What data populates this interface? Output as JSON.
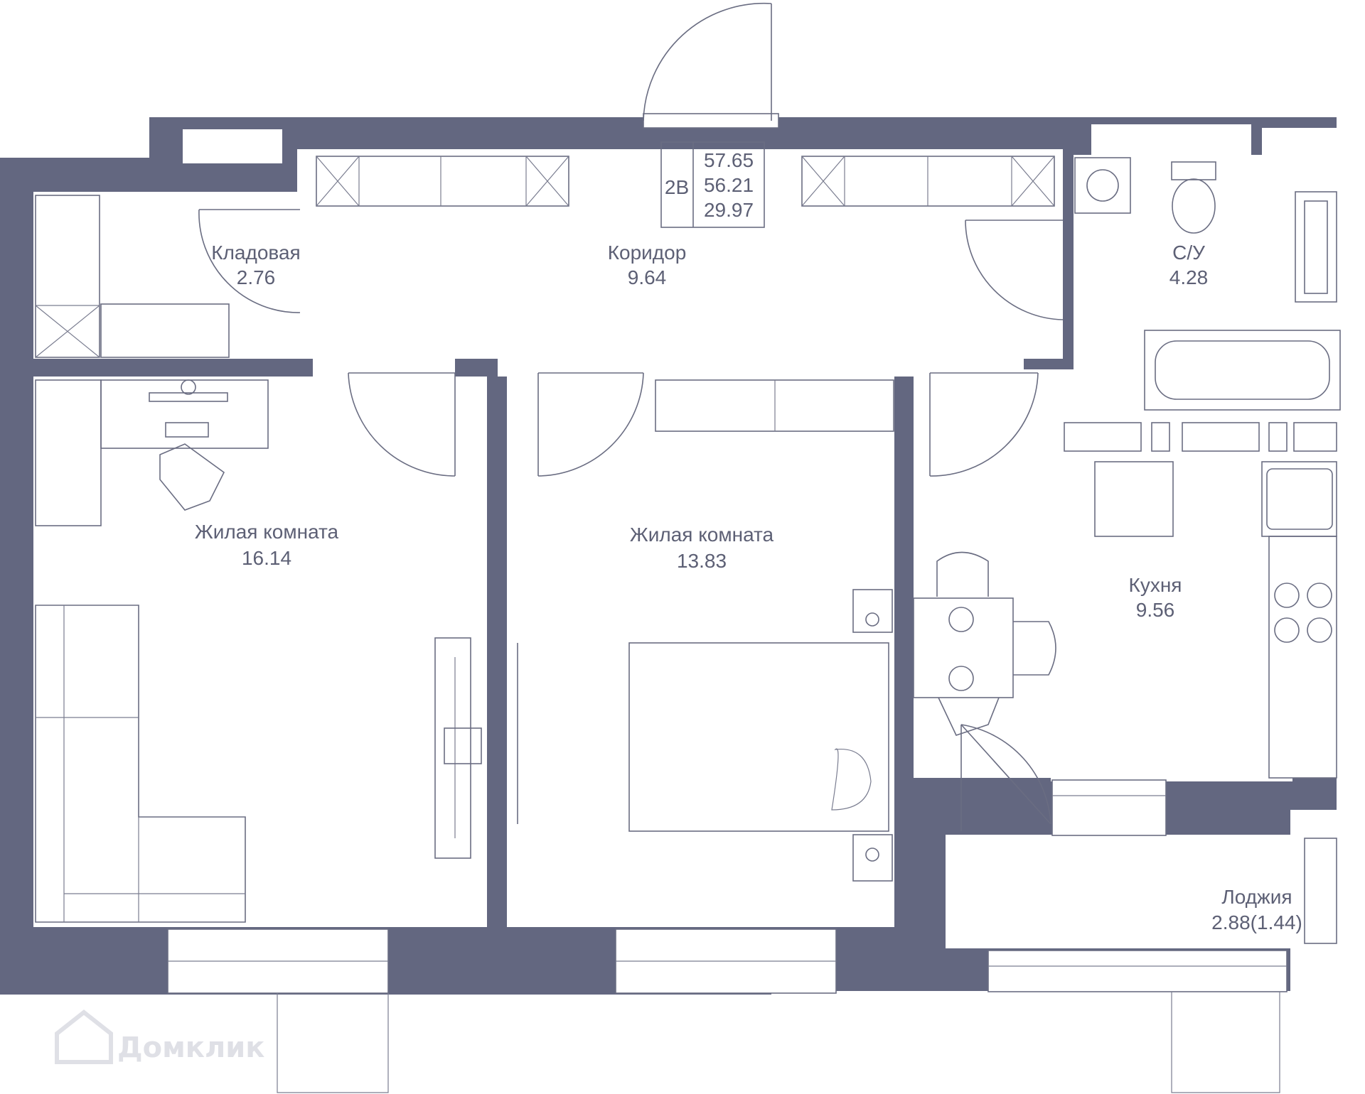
{
  "colors": {
    "wall": "#636780",
    "floor": "#ffffff",
    "line": "#6a6d82",
    "text": "#5d6075"
  },
  "summary": {
    "type": "2В",
    "total_area": "57.65",
    "living_total": "56.21",
    "living_area": "29.97"
  },
  "rooms": {
    "storage": {
      "name": "Кладовая",
      "area": "2.76"
    },
    "corridor": {
      "name": "Коридор",
      "area": "9.64"
    },
    "bathroom": {
      "name": "С/У",
      "area": "4.28"
    },
    "living1": {
      "name": "Жилая комната",
      "area": "16.14"
    },
    "living2": {
      "name": "Жилая комната",
      "area": "13.83"
    },
    "kitchen": {
      "name": "Кухня",
      "area": "9.56"
    },
    "loggia": {
      "name": "Лоджия",
      "area": "2.88(1.44)"
    }
  },
  "watermark": "Домклик"
}
